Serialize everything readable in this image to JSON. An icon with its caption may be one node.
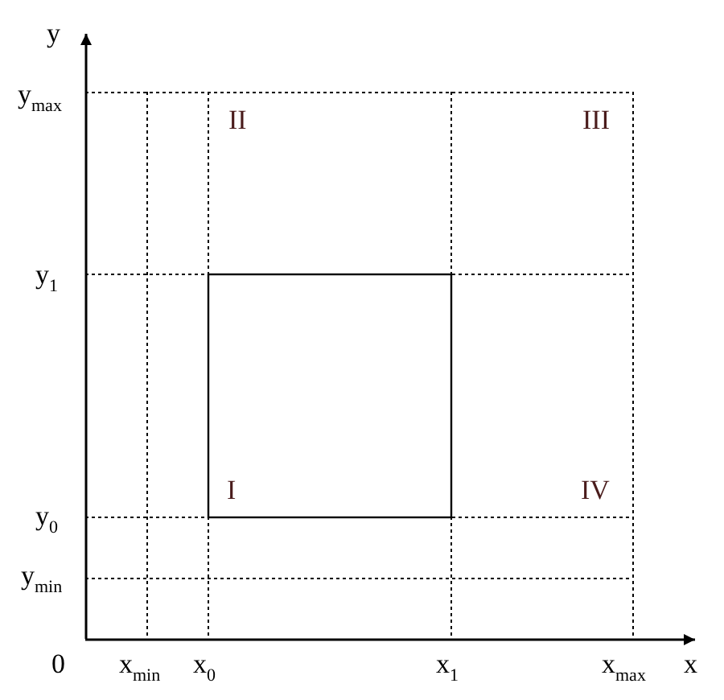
{
  "diagram": {
    "labels": [
      "y",
      "y$_{max}$",
      "II",
      "III",
      "y$_{1}$",
      "I",
      "IV",
      "y$_{0}$",
      "y$_{min}$",
      "0",
      "x$_{min}$",
      "x$_{0}$",
      "x$_{1}$",
      "x$_{max}$",
      "x"
    ]
  }
}
